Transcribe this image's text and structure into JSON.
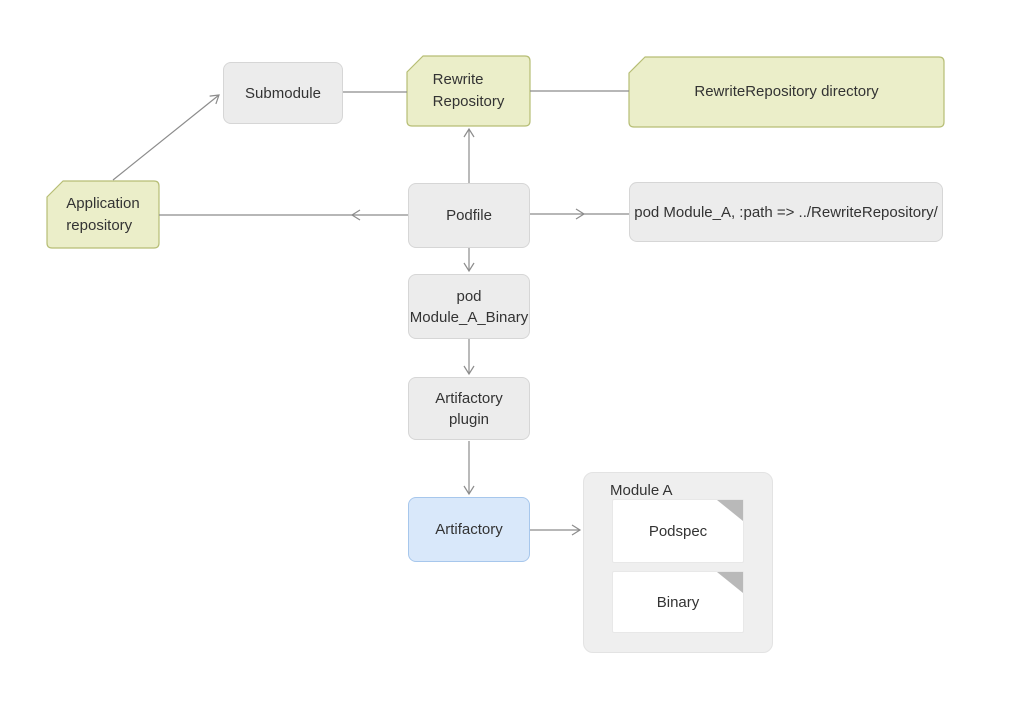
{
  "diagram": {
    "nodes": {
      "submodule": {
        "label": "Submodule"
      },
      "rewrite_repository": {
        "label": "Rewrite Repository"
      },
      "rewrite_repository_directory": {
        "label": "RewriteRepository directory"
      },
      "application_repository": {
        "label": "Application repository"
      },
      "podfile": {
        "label": "Podfile"
      },
      "pod_module_a_path": {
        "label": "pod Module_A, :path => ../RewriteRepository/"
      },
      "pod_module_a_binary": {
        "label": "pod Module_A_Binary"
      },
      "artifactory_plugin": {
        "label": "Artifactory plugin"
      },
      "artifactory": {
        "label": "Artifactory"
      },
      "module_a_group": {
        "label": "Module A"
      },
      "podspec": {
        "label": "Podspec"
      },
      "binary": {
        "label": "Binary"
      }
    },
    "colors": {
      "background": "#ffffff",
      "text": "#333333",
      "edge": "#8c8c8c",
      "node_fill": "#ececec",
      "node_border": "#d6d6d6",
      "accent_fill": "#d9e8fa",
      "accent_border": "#a7c7ec",
      "folder_fill": "#ebeec9",
      "folder_border": "#b6bd74",
      "group_fill": "#efefef",
      "group_border": "#e3e3e3",
      "doc_fill": "#ffffff",
      "doc_border": "#e8e8e8",
      "doc_fold": "#b9b9b9"
    }
  }
}
